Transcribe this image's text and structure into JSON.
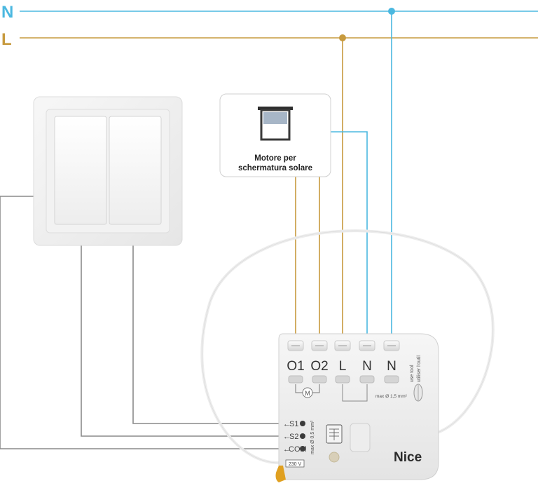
{
  "rails": {
    "neutral": {
      "label": "N",
      "color": "#4bb8e0"
    },
    "line": {
      "label": "L",
      "color": "#c79a3e"
    }
  },
  "motor": {
    "line1": "Motore per",
    "line2": "schermatura solare"
  },
  "module": {
    "terminals": [
      "O1",
      "O2",
      "L",
      "N",
      "N"
    ],
    "use_tool_1": "use tool",
    "use_tool_2": "utiliser l'outil",
    "max_wire_power": "max Ø 1,5 mm²",
    "max_wire_inputs": "max Ø 0,5 mm²",
    "inputs": [
      "S1",
      "S2",
      "COM"
    ],
    "voltage": "230 V",
    "brand": "Nice"
  },
  "wire_colors": {
    "switch": "#8a8a8a",
    "antenna": "#efefef",
    "antenna_tip": "#e0a020"
  }
}
